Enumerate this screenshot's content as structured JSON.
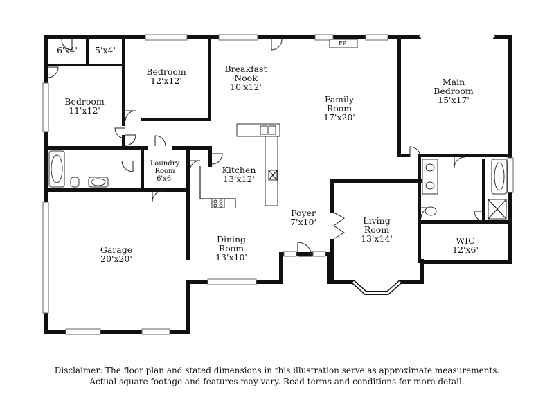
{
  "rooms": {
    "closet_6x4": {
      "dim": "6'x4'"
    },
    "closet_5x4": {
      "dim": "5'x4'"
    },
    "bedroom_a": {
      "name": "Bedroom",
      "dim": "12'x12'"
    },
    "bedroom_b": {
      "name": "Bedroom",
      "dim": "11'x12'"
    },
    "breakfast": {
      "name1": "Breakfast",
      "name2": "Nook",
      "dim": "10'x12'"
    },
    "family": {
      "name1": "Family",
      "name2": "Room",
      "dim": "17'x20'"
    },
    "main_bedroom": {
      "name1": "Main",
      "name2": "Bedroom",
      "dim": "15'x17'"
    },
    "kitchen": {
      "name": "Kitchen",
      "dim": "13'x12'"
    },
    "laundry": {
      "name1": "Laundry",
      "name2": "Room",
      "dim": "6'x6'"
    },
    "garage": {
      "name": "Garage",
      "dim": "20'x20'"
    },
    "dining": {
      "name1": "Dining",
      "name2": "Room",
      "dim": "13'x10'"
    },
    "foyer": {
      "name": "Foyer",
      "dim": "7'x10'"
    },
    "living": {
      "name1": "Living",
      "name2": "Room",
      "dim": "13'x14'"
    },
    "wic": {
      "name": "WIC",
      "dim": "12'x6'"
    }
  },
  "fireplace_label": "FP",
  "disclaimer": {
    "line1": "Disclaimer: The floor plan and stated dimensions in this illustration serve as approximate measurements.",
    "line2": "Actual square footage and features may vary. Read terms and conditions for more detail."
  }
}
